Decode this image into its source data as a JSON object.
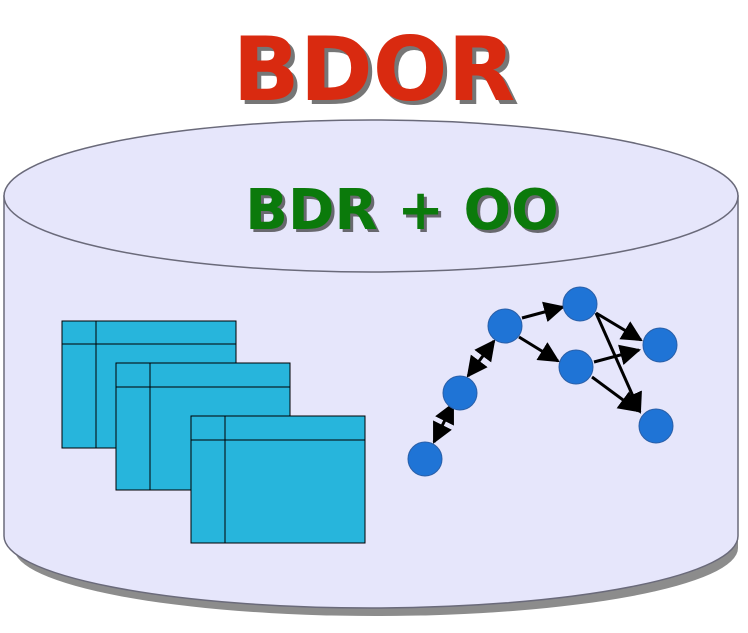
{
  "title": "BDOR",
  "subtitle": "BDR + OO",
  "colors": {
    "title": "#d92a10",
    "subtitle": "#0b7a0b",
    "cylinder_fill": "#e6e6fb",
    "cylinder_stroke": "#6a6a7a",
    "shadow": "#8c8c8c",
    "table_fill": "#27b5dc",
    "node_fill": "#1f74d6",
    "node_stroke": "#2a5fa8",
    "arrow": "#000000"
  },
  "icons": [
    "database-cylinder",
    "table-icon",
    "object-graph"
  ]
}
